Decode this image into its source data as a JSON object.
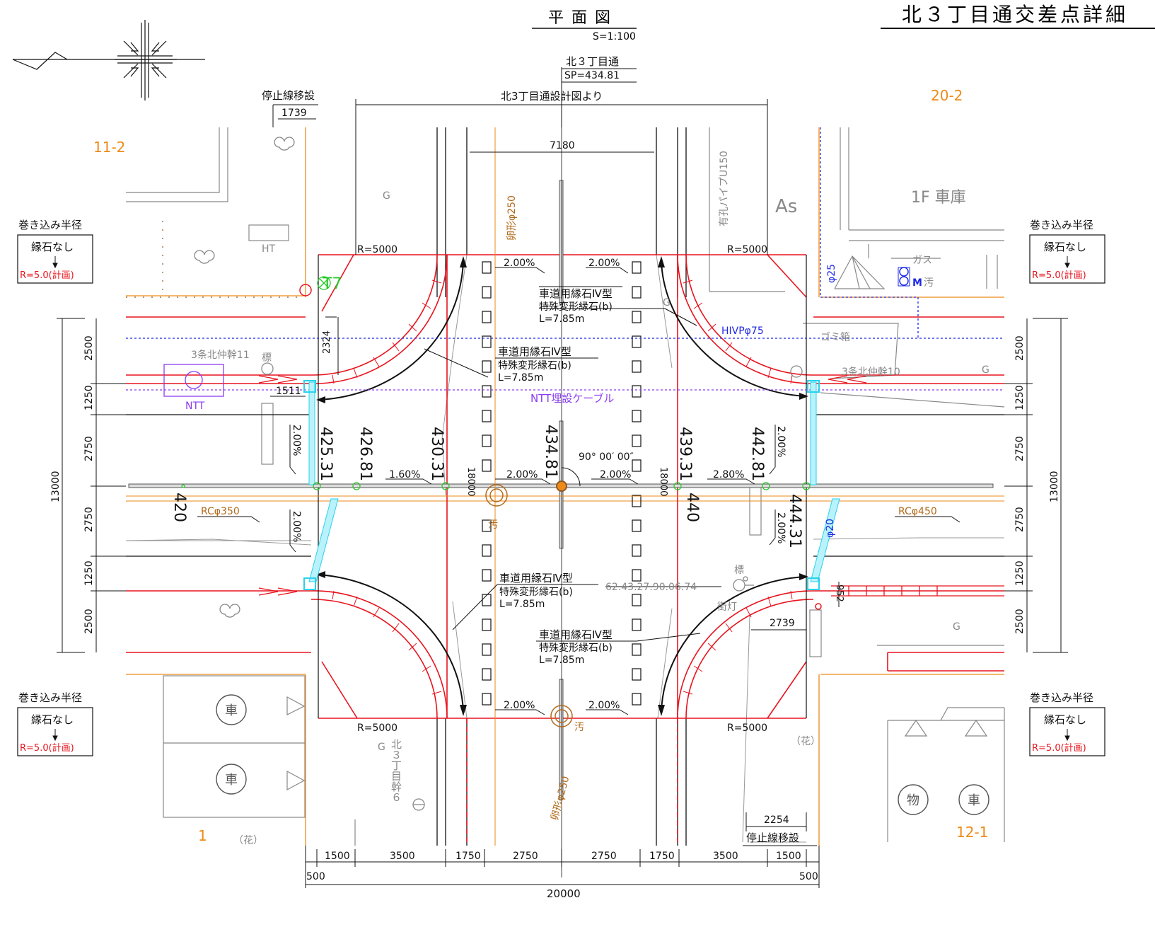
{
  "title": "北３丁目通交差点詳細",
  "plan": {
    "label": "平 面 図",
    "scale": "S=1:100"
  },
  "road": {
    "name": "北３丁目通",
    "sp": "SP=434.81",
    "source_note": "北3丁目通設計図より"
  },
  "parcels": {
    "nw": "11-2",
    "ne": "20-2",
    "sw": "1",
    "se": "12-1"
  },
  "stopline": {
    "nw_title": "停止線移設",
    "nw_value": "1739",
    "se_title": "停止線移設",
    "se_value": "2254"
  },
  "turning_note": {
    "title": "巻き込み半径",
    "line1": "縁石なし",
    "line2": "R=5.0(計画)"
  },
  "radius_label": "R=5000",
  "curb_note": {
    "line1": "車道用縁石Ⅳ型",
    "line2": "特殊変形縁石(b)",
    "line3": "L=7.85m"
  },
  "curb_note_alt": {
    "line3": "L=7.85m"
  },
  "utilities": {
    "drain_top": "卵形φ250",
    "drain_bottom": "卵形φ250",
    "perforated_pipe": "有孔パイプU150",
    "hivp": "HIVPφ75",
    "ntt_cable": "NTT埋設ケーブル",
    "rc_left": "RCφ350",
    "rc_right": "RCφ450",
    "phi25": "φ25",
    "phi20": "φ20",
    "gas": "ガス",
    "sewer": "汚",
    "meter": "M",
    "ntt_box": "NTT",
    "ht": "HT",
    "garbage": "ゴミ箱",
    "trunk_11": "3条北仲幹11",
    "trunk_10": "3条北仲幹10",
    "trunk_6": "北３丁目幹６",
    "sign": "標",
    "streetlight": "街灯",
    "light_code": "62.43.27.90.06.74",
    "flower": "（花）",
    "garage": "1F 車庫",
    "asphalt": "As",
    "gravel": "G",
    "point_t7": "T7",
    "car": "車",
    "object": "物"
  },
  "dims": {
    "width_7180": "7180",
    "d2324": "2324",
    "d1511": "1511",
    "d952": "952",
    "d2739": "2739",
    "d18000": "18000",
    "total_width": "20000",
    "total_height": "13000",
    "left_side": [
      "2500",
      "1250",
      "2750",
      "2750",
      "1250",
      "2500"
    ],
    "bottom": [
      "1500",
      "3500",
      "1750",
      "2750",
      "2750",
      "1750",
      "3500",
      "1500"
    ],
    "d500": "500"
  },
  "elevations": {
    "e425": "425.31",
    "e426": "426.81",
    "e430": "430.31",
    "e434": "434.81",
    "e439": "439.31",
    "e442": "442.81",
    "e444": "444.31",
    "e420": "420",
    "e440": "440"
  },
  "slopes": {
    "s200": "2.00%",
    "s160": "1.60%",
    "s280": "2.80%"
  },
  "angle": "90° 00′ 00″",
  "colors": {
    "red": "#e8141e",
    "orange": "#ee8a18",
    "blue": "#1e28e6",
    "purple": "#8a3cf0",
    "cyan": "#28d2ec",
    "brown": "#b26a1a",
    "green": "#28c828",
    "grey": "#888888",
    "black": "#111111"
  }
}
